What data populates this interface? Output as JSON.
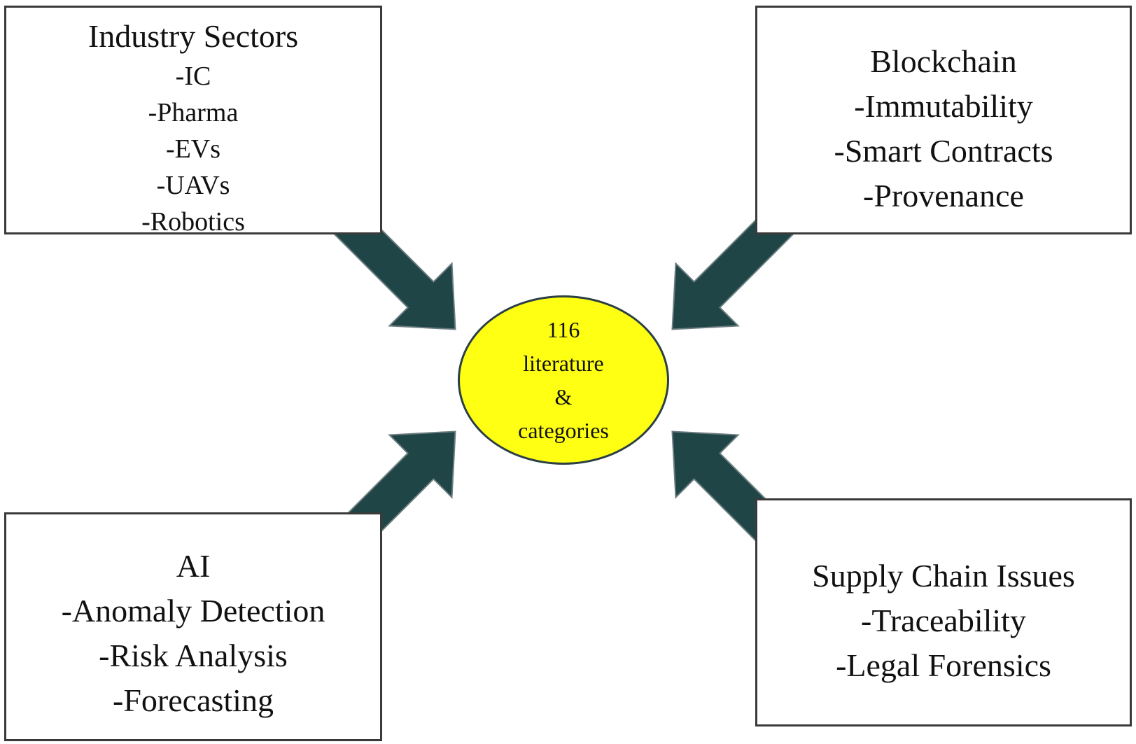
{
  "diagram": {
    "colors": {
      "arrow_fill": "#1f4547",
      "arrow_stroke": "#6b7d80",
      "ellipse_fill": "#ffff14",
      "box_border": "#3a3a3a"
    },
    "center": {
      "lines": [
        "116",
        "literature",
        "&",
        "categories"
      ]
    },
    "boxes": {
      "industry": {
        "title": "Industry Sectors",
        "items": [
          "-IC",
          "-Pharma",
          "-EVs",
          "-UAVs",
          "-Robotics"
        ]
      },
      "blockchain": {
        "title": "Blockchain",
        "items": [
          "-Immutability",
          "-Smart Contracts",
          "-Provenance"
        ]
      },
      "ai": {
        "title": "AI",
        "items": [
          "-Anomaly Detection",
          "-Risk Analysis",
          "-Forecasting"
        ]
      },
      "supply": {
        "title": "Supply Chain Issues",
        "items": [
          "-Traceability",
          "-Legal Forensics"
        ]
      }
    }
  }
}
